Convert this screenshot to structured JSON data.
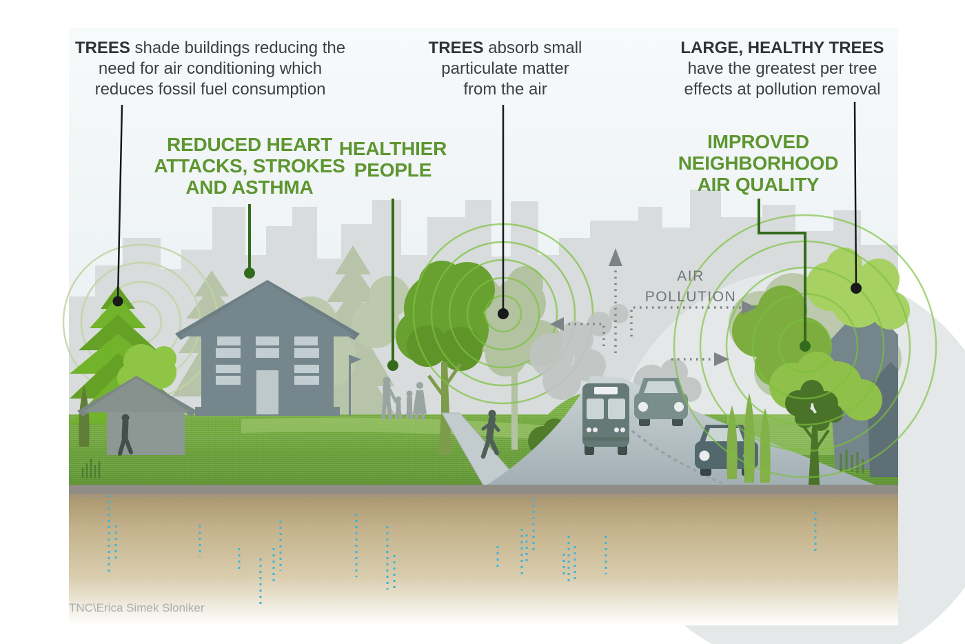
{
  "title": "Trees and urban air quality infographic",
  "credit": "TNC\\Erica Simek Sloniker",
  "colors": {
    "accent_green_text": "#5d9630",
    "dark_label_text": "#3a4045",
    "callout_black": "#17191a",
    "callout_green": "#336b1c",
    "ripple_green": "#7cc13e",
    "air_pollution_gray": "#6f777b",
    "water_dots_blue": "#3fb3da",
    "grass_green": "#6aa437",
    "soil_tan": "#baa87f",
    "skyline_gray": "#d8dcdc",
    "house_gray": "#75878d"
  },
  "callouts_dark": [
    {
      "bold": "TREES",
      "line1_rest": " shade buildings reducing the",
      "line2": "need for air conditioning which",
      "line3": "reduces fossil fuel consumption"
    },
    {
      "bold": "TREES",
      "line1_rest": " absorb small",
      "line2": "particulate matter",
      "line3": "from the air"
    },
    {
      "bold": "LARGE, HEALTHY TREES",
      "line1_rest": "",
      "line2": "have the greatest per tree",
      "line3": "effects at pollution removal"
    }
  ],
  "callouts_green": [
    {
      "text": "REDUCED HEART\nATTACKS, STROKES\nAND ASTHMA"
    },
    {
      "text": "HEALTHIER\nPEOPLE"
    },
    {
      "text": "IMPROVED\nNEIGHBORHOOD\nAIR QUALITY"
    }
  ],
  "scene": {
    "air_pollution_label": "AIR\nPOLLUTION"
  }
}
